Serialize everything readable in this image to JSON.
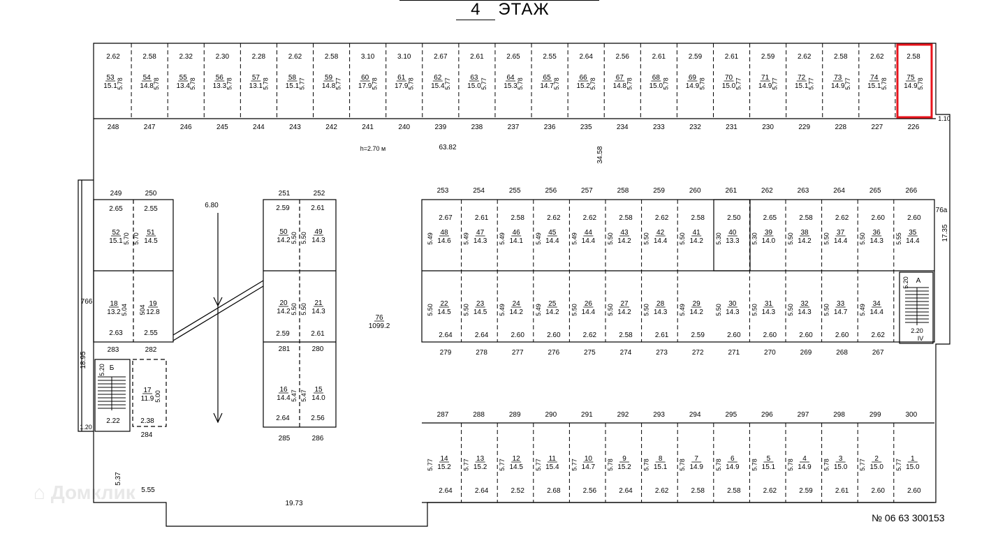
{
  "title": {
    "floor_number": "4",
    "floor_word": "ЭТАЖ"
  },
  "document_number": "№ 06 63 300153",
  "watermark_text": "Домклик",
  "highlight_color": "#e8141c",
  "annotations": {
    "height": "h=2.70 м",
    "length_top": "63.82",
    "width_vertical": "34.58",
    "arrow_len": "6.80",
    "room_766": "766",
    "dim_1895": "18.95",
    "dim_120": "1.20",
    "dim_537": "5.37",
    "dim_555": "5.55",
    "dim_1973": "19.73",
    "dim_110": "1.10",
    "dim_1735": "17.35",
    "label_76a": "76а",
    "stair_a": "А",
    "stair_a_dim": "5.20",
    "stair_a_dim2": "2.20",
    "stair_a_roman": "IV",
    "stair_b": "Б",
    "stair_b_dim": "5.20",
    "stair_b_w": "2.22",
    "stair_b_w2": "2.38",
    "room_76_num": "76",
    "room_76_area": "1099.2"
  },
  "top_row": [
    {
      "n": "53",
      "a": "15.1",
      "w": "2.62",
      "d": "5.78",
      "b": "248"
    },
    {
      "n": "54",
      "a": "14.8",
      "w": "2.58",
      "d": "5.78",
      "b": "247"
    },
    {
      "n": "55",
      "a": "13.4",
      "w": "2.32",
      "d": "5.78",
      "b": "246"
    },
    {
      "n": "56",
      "a": "13.3",
      "w": "2.30",
      "d": "5.78",
      "b": "245"
    },
    {
      "n": "57",
      "a": "13.1",
      "w": "2.28",
      "d": "5.78",
      "b": "244"
    },
    {
      "n": "58",
      "a": "15.1",
      "w": "2.62",
      "d": "5.77",
      "b": "243"
    },
    {
      "n": "59",
      "a": "14.8",
      "w": "2.58",
      "d": "5.77",
      "b": "242"
    },
    {
      "n": "60",
      "a": "17.9",
      "w": "3.10",
      "d": "5.78",
      "b": "241"
    },
    {
      "n": "61",
      "a": "17.9",
      "w": "3.10",
      "d": "5.78",
      "b": "240"
    },
    {
      "n": "62",
      "a": "15.4",
      "w": "2.67",
      "d": "5.77",
      "b": "239"
    },
    {
      "n": "63",
      "a": "15.0",
      "w": "2.61",
      "d": "5.77",
      "b": "238"
    },
    {
      "n": "64",
      "a": "15.3",
      "w": "2.65",
      "d": "5.78",
      "b": "237"
    },
    {
      "n": "65",
      "a": "14.7",
      "w": "2.55",
      "d": "5.78",
      "b": "236"
    },
    {
      "n": "66",
      "a": "15.2",
      "w": "2.64",
      "d": "5.78",
      "b": "235"
    },
    {
      "n": "67",
      "a": "14.8",
      "w": "2.56",
      "d": "5.78",
      "b": "234"
    },
    {
      "n": "68",
      "a": "15.0",
      "w": "2.61",
      "d": "5.78",
      "b": "233"
    },
    {
      "n": "69",
      "a": "14.9",
      "w": "2.59",
      "d": "5.78",
      "b": "232"
    },
    {
      "n": "70",
      "a": "15.0",
      "w": "2.61",
      "d": "5.77",
      "b": "231"
    },
    {
      "n": "71",
      "a": "14.9",
      "w": "2.59",
      "d": "5.77",
      "b": "230"
    },
    {
      "n": "72",
      "a": "15.1",
      "w": "2.62",
      "d": "5.77",
      "b": "229"
    },
    {
      "n": "73",
      "a": "14.9",
      "w": "2.58",
      "d": "5.77",
      "b": "228"
    },
    {
      "n": "74",
      "a": "15.1",
      "w": "2.62",
      "d": "5.78",
      "b": "227"
    },
    {
      "n": "75",
      "a": "14.9",
      "w": "2.58",
      "d": "5.78",
      "b": "226"
    }
  ],
  "left_block": {
    "top_labels": [
      "249",
      "250"
    ],
    "widths_top": [
      "2.65",
      "2.55"
    ],
    "upper": [
      {
        "n": "52",
        "a": "15.1",
        "d": "5.70"
      },
      {
        "n": "51",
        "a": "14.5",
        "d": "5.70"
      }
    ],
    "lower": [
      {
        "n": "18",
        "a": "13.2",
        "d": "5.04"
      },
      {
        "n": "19",
        "a": "12.8",
        "d": "504"
      }
    ],
    "widths_bottom": [
      "2.63",
      "2.55"
    ],
    "bottom_labels": [
      "283",
      "282"
    ],
    "room17": {
      "n": "17",
      "a": "11.9",
      "d": "5.00"
    },
    "label_284": "284"
  },
  "mid_block": {
    "top_labels": [
      "251",
      "252"
    ],
    "widths_top": [
      "2.59",
      "2.61"
    ],
    "upper": [
      {
        "n": "50",
        "a": "14.2",
        "d": "5.50"
      },
      {
        "n": "49",
        "a": "14.3",
        "d": "5.50"
      }
    ],
    "middle": [
      {
        "n": "20",
        "a": "14.2",
        "d": "5.50"
      },
      {
        "n": "21",
        "a": "14.3",
        "d": "5.50"
      }
    ],
    "widths_mid": [
      "2.59",
      "2.61"
    ],
    "mid_labels": [
      "281",
      "280"
    ],
    "lower": [
      {
        "n": "16",
        "a": "14.4",
        "d": "5.47"
      },
      {
        "n": "15",
        "a": "14.0",
        "d": "5.47"
      }
    ],
    "widths_bottom": [
      "2.64",
      "2.56"
    ],
    "bottom_labels": [
      "285",
      "286"
    ]
  },
  "center_top_labels": [
    "253",
    "254",
    "255",
    "256",
    "257",
    "258",
    "259",
    "260",
    "261",
    "262",
    "263",
    "264",
    "265",
    "266"
  ],
  "center_upper": [
    {
      "n": "48",
      "a": "14.6",
      "w": "2.67",
      "d": "5.49"
    },
    {
      "n": "47",
      "a": "14.3",
      "w": "2.61",
      "d": "5.49"
    },
    {
      "n": "46",
      "a": "14.1",
      "w": "2.58",
      "d": "5.49"
    },
    {
      "n": "45",
      "a": "14.4",
      "w": "2.62",
      "d": "5.49"
    },
    {
      "n": "44",
      "a": "14.4",
      "w": "2.62",
      "d": "5.49"
    },
    {
      "n": "43",
      "a": "14.2",
      "w": "2.58",
      "d": "5.50"
    },
    {
      "n": "42",
      "a": "14.4",
      "w": "2.62",
      "d": "5.50"
    },
    {
      "n": "41",
      "a": "14.2",
      "w": "2.58",
      "d": "5.50"
    },
    {
      "n": "40",
      "a": "13.3",
      "w": "2.50",
      "d": "5.30"
    },
    {
      "n": "39",
      "a": "14.0",
      "w": "2.65",
      "d": "5.30"
    },
    {
      "n": "38",
      "a": "14.2",
      "w": "2.58",
      "d": "5.50"
    },
    {
      "n": "37",
      "a": "14.4",
      "w": "2.62",
      "d": "5.50"
    },
    {
      "n": "36",
      "a": "14.3",
      "w": "2.60",
      "d": "5.50"
    },
    {
      "n": "35",
      "a": "14.4",
      "w": "2.60",
      "d": "5.55"
    }
  ],
  "center_lower": [
    {
      "n": "22",
      "a": "14.5",
      "w": "2.64",
      "d": "5.50",
      "b": "279"
    },
    {
      "n": "23",
      "a": "14.5",
      "w": "2.64",
      "d": "5.50",
      "b": "278"
    },
    {
      "n": "24",
      "a": "14.2",
      "w": "2.60",
      "d": "5.49",
      "b": "277"
    },
    {
      "n": "25",
      "a": "14.2",
      "w": "2.60",
      "d": "5.49",
      "b": "276"
    },
    {
      "n": "26",
      "a": "14.4",
      "w": "2.62",
      "d": "5.50",
      "b": "275"
    },
    {
      "n": "27",
      "a": "14.2",
      "w": "2.58",
      "d": "5.50",
      "b": "274"
    },
    {
      "n": "28",
      "a": "14.3",
      "w": "2.61",
      "d": "5.50",
      "b": "273"
    },
    {
      "n": "29",
      "a": "14.2",
      "w": "2.59",
      "d": "5.49",
      "b": "272"
    },
    {
      "n": "30",
      "a": "14.3",
      "w": "2.60",
      "d": "5.50",
      "b": "271"
    },
    {
      "n": "31",
      "a": "14.3",
      "w": "2.60",
      "d": "5.50",
      "b": "270"
    },
    {
      "n": "32",
      "a": "14.3",
      "w": "2.60",
      "d": "5.50",
      "b": "269"
    },
    {
      "n": "33",
      "a": "14.7",
      "w": "2.60",
      "d": "5.50",
      "b": "268"
    },
    {
      "n": "34",
      "a": "14.4",
      "w": "2.62",
      "d": "5.49",
      "b": "267"
    }
  ],
  "bottom_top_labels": [
    "287",
    "288",
    "289",
    "290",
    "291",
    "292",
    "293",
    "294",
    "295",
    "296",
    "297",
    "298",
    "299",
    "300"
  ],
  "bottom_row": [
    {
      "n": "14",
      "a": "15.2",
      "w": "2.64",
      "d": "5.77"
    },
    {
      "n": "13",
      "a": "15.2",
      "w": "2.64",
      "d": "5.77"
    },
    {
      "n": "12",
      "a": "14.5",
      "w": "2.52",
      "d": "5.77"
    },
    {
      "n": "11",
      "a": "15.4",
      "w": "2.68",
      "d": "5.77"
    },
    {
      "n": "10",
      "a": "14.7",
      "w": "2.56",
      "d": "5.77"
    },
    {
      "n": "9",
      "a": "15.2",
      "w": "2.64",
      "d": "5.78"
    },
    {
      "n": "8",
      "a": "15.1",
      "w": "2.62",
      "d": "5.78"
    },
    {
      "n": "7",
      "a": "14.9",
      "w": "2.58",
      "d": "5.78"
    },
    {
      "n": "6",
      "a": "14.9",
      "w": "2.58",
      "d": "5.78"
    },
    {
      "n": "5",
      "a": "15.1",
      "w": "2.62",
      "d": "5.78"
    },
    {
      "n": "4",
      "a": "14.9",
      "w": "2.59",
      "d": "5.78"
    },
    {
      "n": "3",
      "a": "15.0",
      "w": "2.61",
      "d": "5.78"
    },
    {
      "n": "2",
      "a": "15.0",
      "w": "2.60",
      "d": "5.77"
    },
    {
      "n": "1",
      "a": "15.0",
      "w": "2.60",
      "d": "5.77"
    }
  ]
}
